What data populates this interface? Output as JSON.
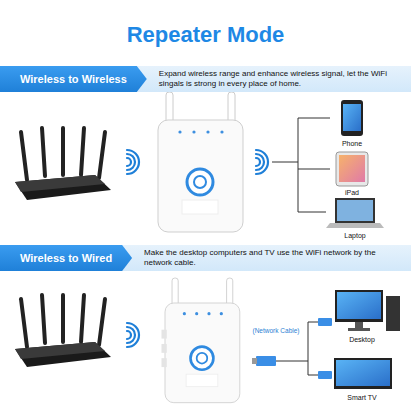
{
  "diagram": {
    "title": "Repeater Mode",
    "nodes": [
      {
        "text": [
          "Wireless to Wireless",
          "Expand wireless range and enhance wireless signal, let the WiFi singals is strong in every place of home."
        ]
      },
      {
        "text": [
          "Wireless to Wired",
          "Make the desktop computers and TV use the WiFi network by the network cable."
        ]
      }
    ],
    "labels": [
      "Phone",
      "iPad",
      "Laptop",
      "(Network Cable)",
      "Desktop",
      "Smart TV"
    ]
  }
}
